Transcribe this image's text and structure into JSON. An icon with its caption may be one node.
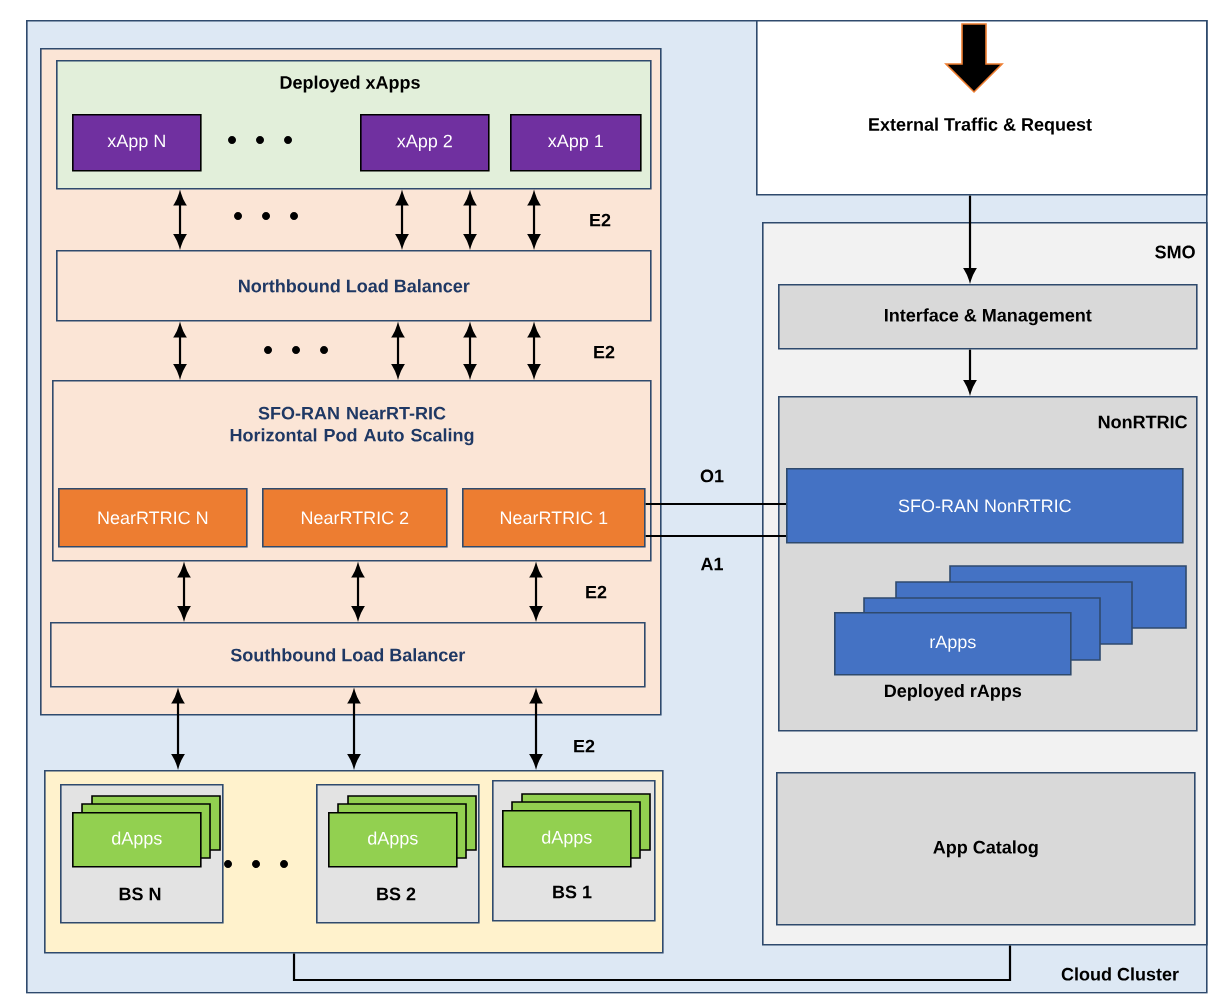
{
  "diagram": {
    "nodes": [
      {
        "text": [
          "Cloud Cluster"
        ]
      },
      {
        "text": [],
        "shape": "box",
        "in": 0
      },
      {
        "text": [
          "Deployed xApps"
        ],
        "in": 1
      },
      {
        "text": [
          "xApp N"
        ],
        "in": 2
      },
      {
        "text": [
          "xApp 2"
        ],
        "in": 2
      },
      {
        "text": [
          "xApp 1"
        ],
        "in": 2
      },
      {
        "text": [
          "Northbound Load Balancer"
        ],
        "in": 1
      },
      {
        "text": [
          "SFO-RAN NearRT-RIC Horizontal Pod Auto Scaling"
        ],
        "in": 1
      },
      {
        "text": [
          "NearRTRIC N"
        ],
        "in": 7
      },
      {
        "text": [
          "NearRTRIC 2"
        ],
        "in": 7
      },
      {
        "text": [
          "NearRTRIC 1"
        ],
        "in": 7
      },
      {
        "text": [
          "Southbound Load Balancer"
        ],
        "in": 1
      },
      {
        "text": [],
        "shape": "box",
        "in": 0
      },
      {
        "text": [
          "BS N"
        ],
        "in": 12
      },
      {
        "text": [
          "dApps"
        ],
        "in": 13
      },
      {
        "text": [
          "BS 2"
        ],
        "in": 12
      },
      {
        "text": [
          "dApps"
        ],
        "in": 15
      },
      {
        "text": [
          "BS 1"
        ],
        "in": 12
      },
      {
        "text": [
          "dApps"
        ],
        "in": 17
      },
      {
        "text": [
          "External Traffic & Request"
        ],
        "in": 0
      },
      {
        "text": [
          "SMO"
        ],
        "in": 0
      },
      {
        "text": [
          "Interface & Management"
        ],
        "in": 20
      },
      {
        "text": [
          "NonRTRIC"
        ],
        "in": 20
      },
      {
        "text": [
          "SFO-RAN NonRTRIC"
        ],
        "in": 22
      },
      {
        "text": [
          "rApps"
        ],
        "beside": [
          "Deployed rApps"
        ],
        "in": 22
      },
      {
        "text": [
          "App Catalog"
        ],
        "in": 20
      }
    ],
    "edges": [
      {
        "from": 2,
        "to": 6,
        "arrow": "both"
      },
      {
        "from": 2,
        "to": 6,
        "arrow": "both"
      },
      {
        "from": 2,
        "to": 6,
        "arrow": "both"
      },
      {
        "from": 2,
        "to": 6,
        "arrow": "both"
      },
      {
        "from": 6,
        "to": 7,
        "arrow": "both"
      },
      {
        "from": 6,
        "to": 7,
        "arrow": "both"
      },
      {
        "from": 6,
        "to": 7,
        "arrow": "both"
      },
      {
        "from": 6,
        "to": 7,
        "arrow": "both"
      },
      {
        "from": 10,
        "to": 23,
        "arrow": "none",
        "label": "O1"
      },
      {
        "from": 10,
        "to": 23,
        "arrow": "none",
        "label": "A1"
      },
      {
        "from": 7,
        "to": 11,
        "arrow": "both"
      },
      {
        "from": 7,
        "to": 11,
        "arrow": "both"
      },
      {
        "from": 7,
        "to": 11,
        "arrow": "both"
      },
      {
        "from": 11,
        "to": 12,
        "arrow": "both"
      },
      {
        "from": 11,
        "to": 12,
        "arrow": "both"
      },
      {
        "from": 11,
        "to": 12,
        "arrow": "both"
      },
      {
        "from": 19,
        "to": 21,
        "arrow": "to"
      },
      {
        "from": 21,
        "to": 22,
        "arrow": "to"
      },
      {
        "from": 12,
        "to": 20,
        "arrow": "none"
      }
    ],
    "labels": [
      "E2",
      "E2",
      "E2",
      "E2"
    ]
  }
}
